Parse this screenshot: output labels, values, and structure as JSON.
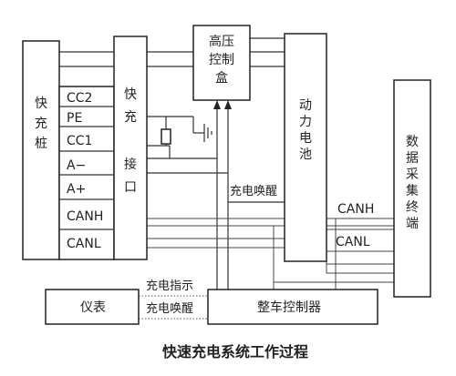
{
  "diagram": {
    "caption": "快速充电系统工作过程",
    "boxes": {
      "charger_pile": "快充桩",
      "fast_port": [
        "快",
        "充",
        "接",
        "口"
      ],
      "hv_box": [
        "高压",
        "控制",
        "盒"
      ],
      "battery": "动力电池",
      "data_terminal": "数据采集终端",
      "meter": "仪表",
      "vcu": "整车控制器"
    },
    "pins": [
      "CC2",
      "PE",
      "CC1",
      "A−",
      "A+",
      "CANH",
      "CANL"
    ],
    "signals": {
      "charge_wakeup_top": "充电唤醒",
      "canh": "CANH",
      "canl": "CANL",
      "charge_indicator": "充电指示",
      "charge_wakeup_bottom": "充电唤醒"
    }
  }
}
